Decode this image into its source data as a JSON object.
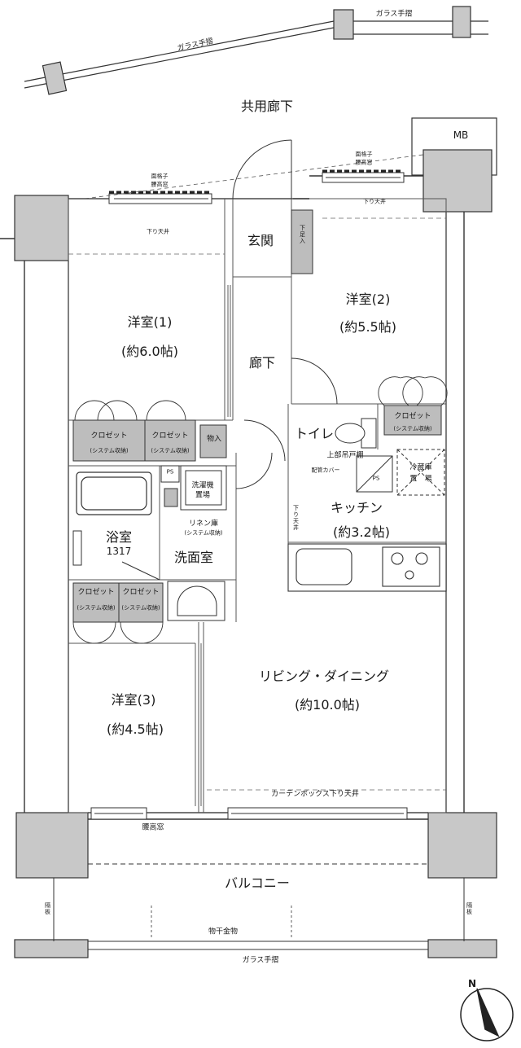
{
  "outside": {
    "glass_rail_top_right": "ガラス手摺",
    "glass_rail_top_left": "ガラス手摺",
    "corridor": "共用廊下",
    "mb": "MB",
    "lattice_window_left_line1": "面格子",
    "lattice_window_left_line2": "腰高窓",
    "lattice_window_right_line1": "面格子",
    "lattice_window_right_line2": "腰高窓"
  },
  "rooms": {
    "western1_name": "洋室(1)",
    "western1_size": "(約6.0帖)",
    "western2_name": "洋室(2)",
    "western2_size": "(約5.5帖)",
    "western3_name": "洋室(3)",
    "western3_size": "(約4.5帖)",
    "entrance": "玄関",
    "hallway": "廊下",
    "toilet": "トイレ",
    "kitchen_name": "キッチン",
    "kitchen_size": "(約3.2帖)",
    "bath_name": "浴室",
    "bath_size": "1317",
    "washroom": "洗面室",
    "living_name": "リビング・ダイニング",
    "living_size": "(約10.0帖)",
    "balcony": "バルコニー"
  },
  "notes": {
    "lowered_ceiling_1": "下り天井",
    "lowered_ceiling_2": "下り天井",
    "lowered_ceiling_kitchen": "下り天井",
    "shoe_storage": "下足入",
    "system_storage_label": "(システム収納)",
    "closet": "クロゼット",
    "storage": "物入",
    "upper_cabinet": "上部吊戸棚",
    "pipe_cover": "配管カバー",
    "ps": "PS",
    "fridge_line1": "冷蔵庫",
    "fridge_line2": "置　場",
    "washer_line1": "洗濯機",
    "washer_line2": "置場",
    "linen": "リネン庫",
    "curtain_box": "カーテンボックス下り天井",
    "waist_window": "腰高窓",
    "partition": "隔板",
    "clothes_hanger": "物干金物",
    "glass_rail_bottom": "ガラス手摺",
    "north": "N"
  }
}
